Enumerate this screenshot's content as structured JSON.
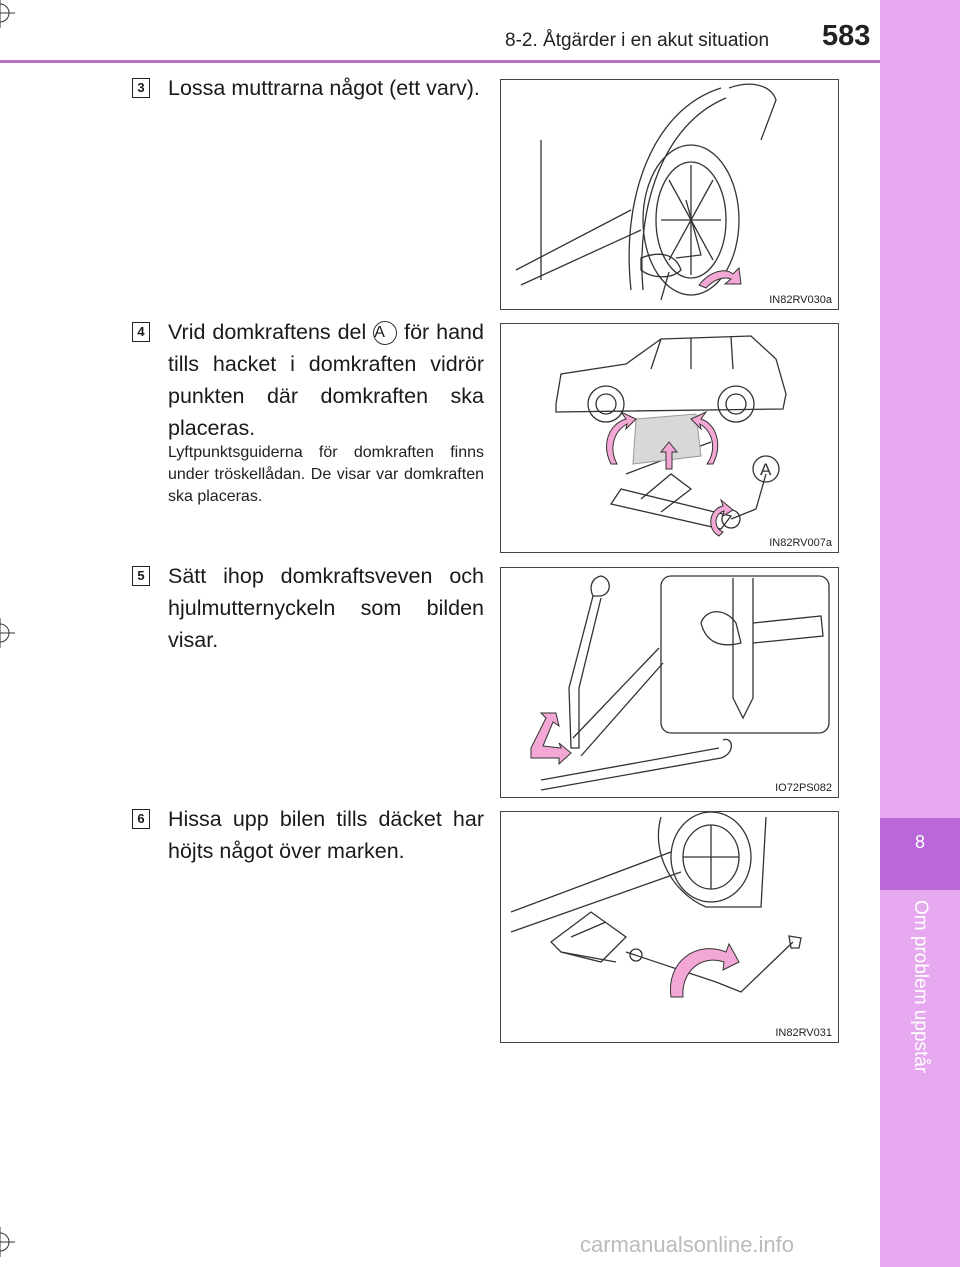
{
  "header": {
    "section": "8-2. Åtgärder i en akut situation",
    "page_number": "583"
  },
  "side_tab": {
    "chapter": "8",
    "title": "Om problem uppstår"
  },
  "steps": [
    {
      "number": "3",
      "text": "Lossa muttrarna något (ett varv).",
      "figure_code": "IN82RV030a"
    },
    {
      "number": "4",
      "text_before": "Vrid domkraftens del",
      "marker": "A",
      "text_after": "för hand tills hacket i domkraften vidrör punkten där domkraften ska placeras.",
      "note": "Lyftpunktsguiderna för domkraften finns under tröskellådan. De visar var domkraften ska placeras.",
      "figure_code": "IN82RV007a",
      "figure_marker": "A"
    },
    {
      "number": "5",
      "text": "Sätt ihop domkraftsveven och hjulmutternyckeln som bilden visar.",
      "figure_code": "IO72PS082"
    },
    {
      "number": "6",
      "text": "Hissa upp bilen tills däcket har höjts något över marken.",
      "figure_code": "IN82RV031"
    }
  ],
  "watermark": "carmanualsonline.info",
  "colors": {
    "accent": "#b967d9",
    "tab": "#e6a8ee",
    "arrow": "#f2a7d4"
  },
  "icons": [
    "crosshair-mark"
  ]
}
